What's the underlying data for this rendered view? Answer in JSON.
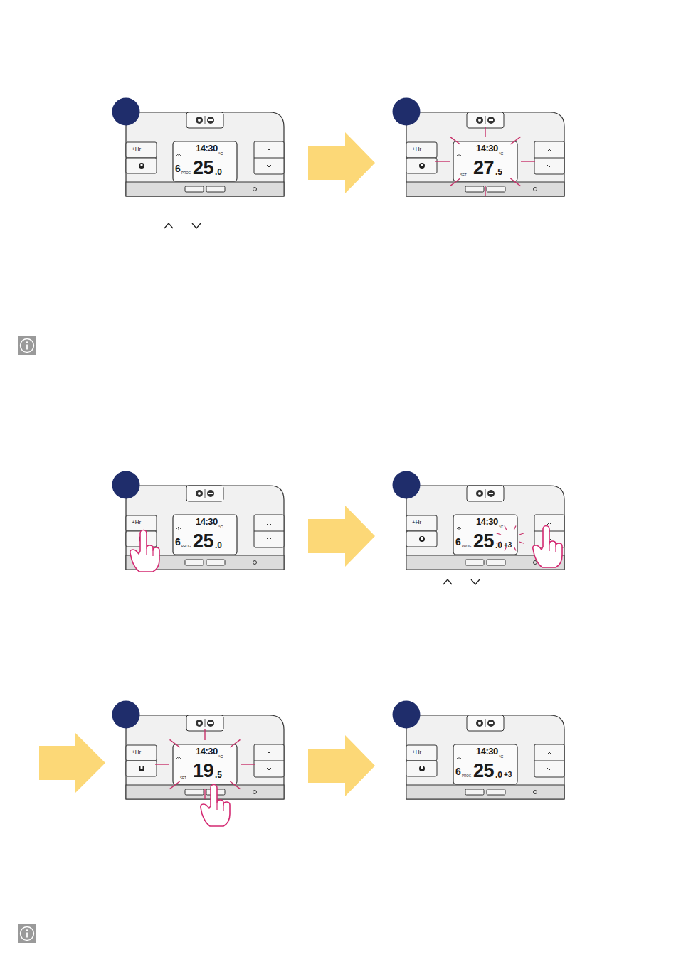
{
  "diagram": {
    "nodes": [
      {
        "text": [
          "+Hr",
          "14:30",
          "°C",
          "6",
          "PROG",
          "25",
          ".0"
        ]
      },
      {
        "text": [
          "+Hr",
          "14:30",
          "°C",
          "SET",
          "27",
          ".5"
        ]
      },
      {
        "text": [
          "+Hr",
          "14:30",
          "°C",
          "6",
          "PROG",
          "25",
          ".0"
        ]
      },
      {
        "text": [
          "+Hr",
          "14:30",
          "°C",
          "6",
          "PROG",
          "25",
          ".0",
          "+3"
        ]
      },
      {
        "text": [
          "+Hr",
          "14:30",
          "°C",
          "SET",
          "19",
          ".5"
        ]
      },
      {
        "text": [
          "+Hr",
          "14:30",
          "°C",
          "6",
          "PROG",
          "25",
          ".0",
          "+3"
        ]
      }
    ],
    "edges": [
      {
        "from": 0,
        "to": 1,
        "arrow": "to"
      },
      {
        "from": 2,
        "to": 3,
        "arrow": "to"
      },
      {
        "from": 4,
        "to": 5,
        "arrow": "to"
      }
    ]
  }
}
